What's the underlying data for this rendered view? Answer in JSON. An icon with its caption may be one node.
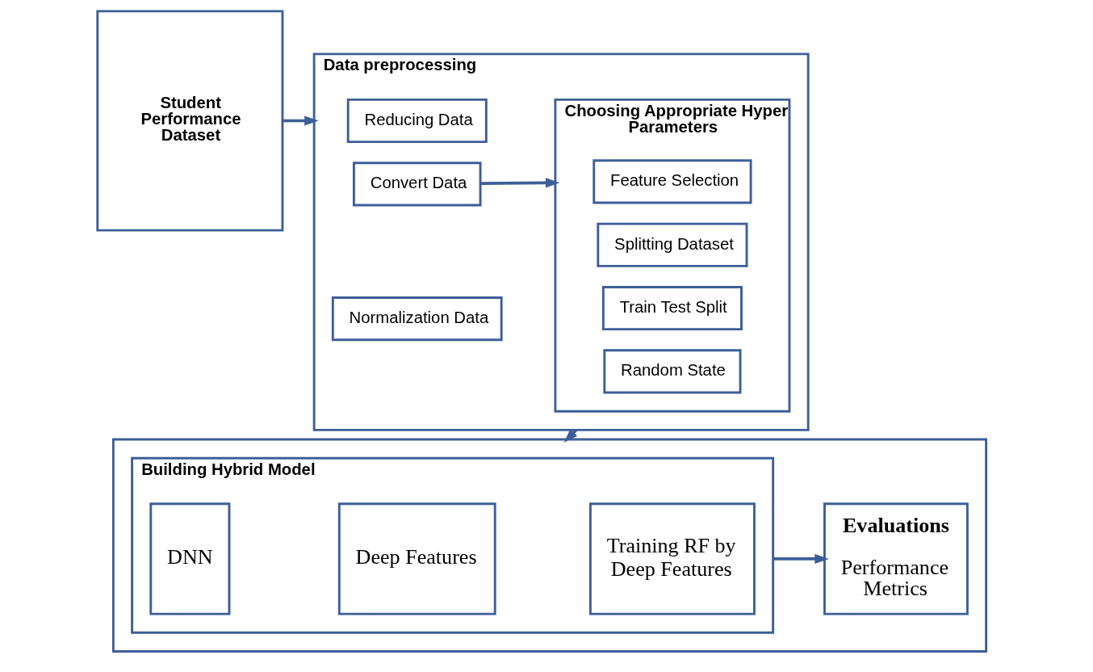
{
  "diagram": {
    "nodes": [
      {
        "text": [
          "Student Performance Dataset"
        ]
      },
      {
        "text": [
          "Data preprocessing"
        ]
      },
      {
        "text": [
          "Reducing Data"
        ],
        "in": 1
      },
      {
        "text": [
          "Convert Data"
        ],
        "in": 1
      },
      {
        "text": [
          "Normalization Data"
        ],
        "in": 1
      },
      {
        "text": [
          "Choosing Appropriate Hyper Parameters"
        ],
        "in": 1
      },
      {
        "text": [
          "Feature Selection"
        ],
        "in": 5
      },
      {
        "text": [
          "Splitting Dataset"
        ],
        "in": 5
      },
      {
        "text": [
          "Train Test Split"
        ],
        "in": 5
      },
      {
        "text": [
          "Random State"
        ],
        "in": 5
      },
      {
        "text": [],
        "shape": "box"
      },
      {
        "text": [
          "Building Hybrid Model"
        ],
        "in": 10
      },
      {
        "text": [
          "DNN"
        ],
        "in": 11
      },
      {
        "text": [
          "Deep Features"
        ],
        "in": 11
      },
      {
        "text": [
          "Training RF by Deep Features"
        ],
        "in": 11
      },
      {
        "text": [
          "Evaluations",
          "Performance Metrics"
        ],
        "in": 10
      }
    ],
    "edges": [
      {
        "from": 0,
        "to": 1,
        "arrow": "to"
      },
      {
        "from": 3,
        "to": 5,
        "arrow": "to"
      },
      {
        "from": 1,
        "to": 10,
        "arrow": "to"
      },
      {
        "from": 11,
        "to": 15,
        "arrow": "to"
      }
    ]
  }
}
